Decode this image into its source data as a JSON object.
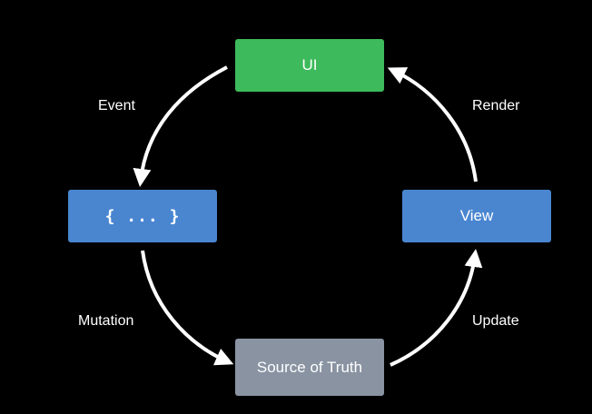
{
  "nodes": {
    "ui": {
      "label": "UI",
      "color": "#3dba5b"
    },
    "action": {
      "label": "{ ... }",
      "color": "#4a86d0"
    },
    "view": {
      "label": "View",
      "color": "#4a86d0"
    },
    "source": {
      "label": "Source of Truth",
      "color": "#8993a2"
    }
  },
  "edges": {
    "event": "Event",
    "render": "Render",
    "mutation": "Mutation",
    "update": "Update"
  },
  "colors": {
    "background": "#000000",
    "arrow": "#ffffff"
  }
}
